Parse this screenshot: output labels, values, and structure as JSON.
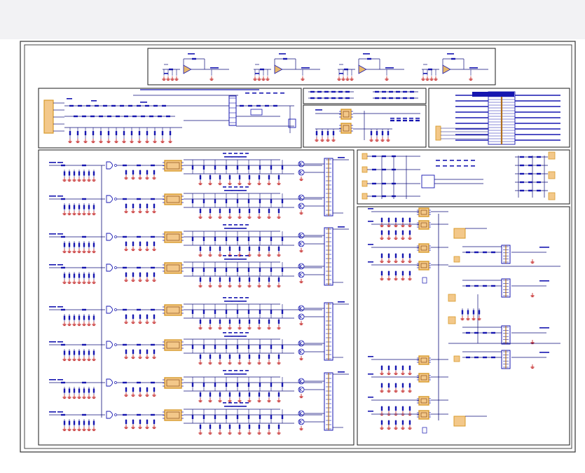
{
  "background_color": "#ffffff",
  "top_band_color": "#f2f2f4",
  "frame_color": "#333333",
  "block_border_color": "#1a1a1a",
  "wire_color": "#0d0d7a",
  "component_color": "#1616b0",
  "ground_color": "#c01818",
  "chip_color": "#d79a2a",
  "chip_fill": "#f3c88a",
  "ic_highlight_color": "#e8b86a",
  "blocks": [
    {
      "id": "opamp-strip",
      "kind": "opamp-row"
    },
    {
      "id": "power-supply",
      "kind": "supply"
    },
    {
      "id": "bus-connectors",
      "kind": "small"
    },
    {
      "id": "regulator",
      "kind": "small"
    },
    {
      "id": "connector-array",
      "kind": "connector"
    },
    {
      "id": "channel-array",
      "kind": "channels"
    },
    {
      "id": "control-logic",
      "kind": "logic"
    },
    {
      "id": "isolated-drivers",
      "kind": "drivers"
    }
  ]
}
